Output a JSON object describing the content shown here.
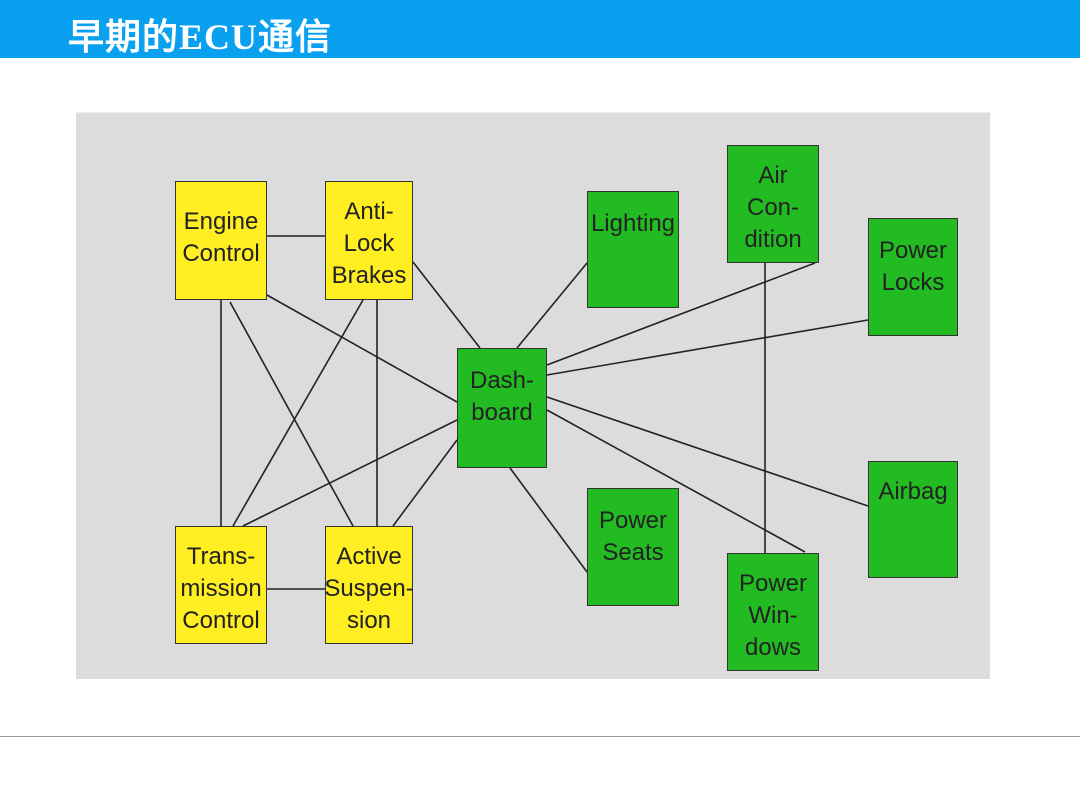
{
  "header": {
    "title": "早期的ECU通信",
    "bar_color": "#0aa0f0"
  },
  "diagram": {
    "colors": {
      "ecu_yellow": "#ffee22",
      "ecu_green": "#22bb22",
      "panel_background": "#dcdcdc"
    },
    "nodes": {
      "engine_control": "Engine\nControl",
      "anti_lock_brakes": "Anti-\nLock\nBrakes",
      "transmission_control": "Trans-\nmission\nControl",
      "active_suspension": "Active\nSuspen-\nsion",
      "dashboard": "Dash-\nboard",
      "lighting": "Lighting",
      "air_condition": "Air\nCon-\ndition",
      "power_locks": "Power\nLocks",
      "airbag": "Airbag",
      "power_seats": "Power\nSeats",
      "power_windows": "Power\nWin-\ndows"
    }
  }
}
